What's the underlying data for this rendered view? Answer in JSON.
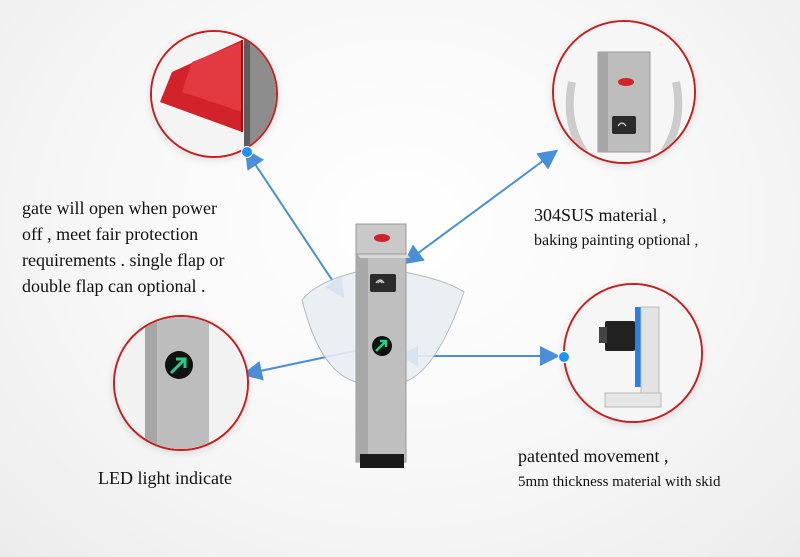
{
  "captions": {
    "flap_gate": [
      "gate will open when power",
      "off , meet fair protection",
      "requirements . single flap or",
      "double flap can optional ."
    ],
    "material": [
      "304SUS material ,",
      "baking painting optional ,"
    ],
    "led": "LED light indicate",
    "movement": [
      "patented movement ,",
      "5mm thickness material with skid"
    ]
  },
  "colors": {
    "circle_border": "#c71f1f",
    "connector": "#4a90d9",
    "flap_red": "#d2222a",
    "steel": "#bdbdbd",
    "led_green": "#1fd08a",
    "bracket_blue": "#2f7fe0"
  },
  "icons": {
    "reader": "contactless-card-icon",
    "arrow": "green-arrow-icon"
  }
}
